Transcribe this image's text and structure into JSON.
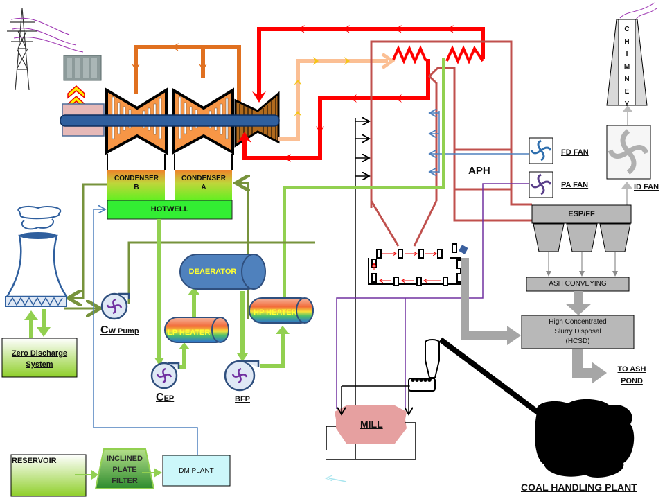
{
  "title": "Thermal Power Plant Process Flow Diagram",
  "labels": {
    "condenser_b": [
      "CONDENSER",
      "B"
    ],
    "condenser_a": [
      "CONDENSER",
      "A"
    ],
    "hotwell": "HOTWELL",
    "deaerator": "DEAERATOR",
    "lp_heater": "LP HEATER",
    "hp_heater": "HP HEATER",
    "cw_pump_big": "C",
    "cw_pump_rest": "W Pump",
    "cep_big": "C",
    "cep_rest": "EP",
    "bfp": "BFP",
    "zero_discharge": [
      "Zero Discharge",
      "System"
    ],
    "reservoir": "RESERVOIR",
    "inclined_plate_filter": [
      "INCLINED",
      "PLATE",
      "FILTER"
    ],
    "dm_plant": "DM PLANT",
    "aph": "APH",
    "fd_fan": "FD FAN",
    "pa_fan": "PA FAN",
    "id_fan": "ID FAN",
    "chimney": [
      "C",
      "H",
      "I",
      "M",
      "N",
      "E",
      "Y"
    ],
    "esp": "ESP/FF",
    "ash_conveying": "ASH CONVEYING",
    "hcsd": [
      "High Concentrated",
      "Slurry Disposal",
      "(HCSD)"
    ],
    "ash_pond": [
      "TO ASH",
      "POND"
    ],
    "mill": "MILL",
    "coal_handling": "COAL HANDLING PLANT"
  },
  "colors": {
    "main_steam": "#ff0000",
    "extraction": "#e07020",
    "boiler": "#c0504d",
    "condensate": "#92d050",
    "cooling_water": "#77933c",
    "air": "#4f81bd",
    "primary_air": "#7030a0",
    "ash": "#a6a6a6",
    "turbine": "#f79646",
    "shaft": "#1f4e79",
    "deaerator": "#4f81bd",
    "hotwell": "#33ee33",
    "reheat": "#fbbf94"
  }
}
